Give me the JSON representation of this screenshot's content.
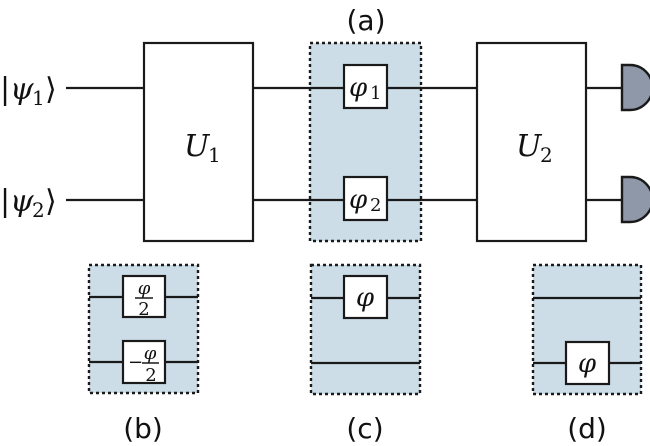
{
  "colors": {
    "panel_fill": "#cddde8",
    "detector_fill": "#8e98a8",
    "line": "#1a1a1a"
  },
  "inputs": {
    "psi1": {
      "symbol": "ψ",
      "sub": "1",
      "ket_open": "|",
      "ket_close": "⟩"
    },
    "psi2": {
      "symbol": "ψ",
      "sub": "2",
      "ket_open": "|",
      "ket_close": "⟩"
    }
  },
  "unitaries": {
    "u1": {
      "symbol": "U",
      "sub": "1"
    },
    "u2": {
      "symbol": "U",
      "sub": "2"
    }
  },
  "panels": {
    "a": {
      "label": "(a)",
      "gate_top": {
        "symbol": "φ",
        "sub": "1"
      },
      "gate_bottom": {
        "symbol": "φ",
        "sub": "2"
      }
    },
    "b": {
      "label": "(b)",
      "gate_top": {
        "numerator": "φ",
        "denominator": "2",
        "sign": ""
      },
      "gate_bottom": {
        "numerator": "φ",
        "denominator": "2",
        "sign": "−"
      }
    },
    "c": {
      "label": "(c)",
      "gate_top": {
        "symbol": "φ"
      }
    },
    "d": {
      "label": "(d)",
      "gate_bottom": {
        "symbol": "φ"
      }
    }
  },
  "detectors": [
    "detector-1",
    "detector-2"
  ]
}
